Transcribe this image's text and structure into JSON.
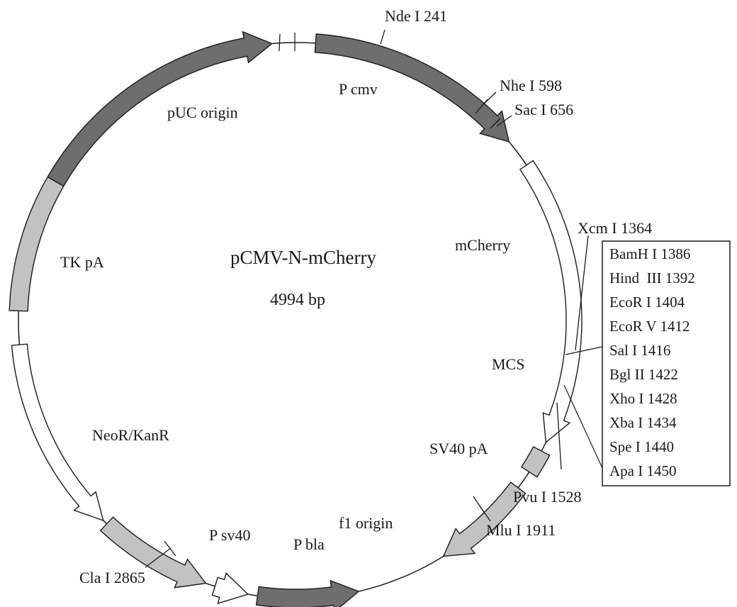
{
  "plasmid": {
    "name": "pCMV-N-mCherry",
    "size": "4994 bp"
  },
  "colors": {
    "dark": "#6e6e6e",
    "light": "#c2c2c2",
    "open": "#ffffff",
    "stroke": "#1a1a1a"
  },
  "features": [
    {
      "id": "pcmv",
      "label": "P cmv"
    },
    {
      "id": "mcherry",
      "label": "mCherry"
    },
    {
      "id": "mcs",
      "label": "MCS"
    },
    {
      "id": "sv40pa",
      "label": "SV40 pA"
    },
    {
      "id": "f1ori",
      "label": "f1 origin"
    },
    {
      "id": "pbla",
      "label": "P bla"
    },
    {
      "id": "psv40",
      "label": "P sv40"
    },
    {
      "id": "neor",
      "label": "NeoR/KanR"
    },
    {
      "id": "tkpa",
      "label": "TK pA"
    },
    {
      "id": "puc",
      "label": "pUC origin"
    }
  ],
  "sites": [
    {
      "id": "ndei",
      "label": "Nde I 241"
    },
    {
      "id": "nhei",
      "label": "Nhe I 598"
    },
    {
      "id": "saci",
      "label": "Sac I 656"
    },
    {
      "id": "xcmi",
      "label": "Xcm I 1364"
    },
    {
      "id": "pvui",
      "label": "Pvu I 1528"
    },
    {
      "id": "mlui",
      "label": "Mlu I 1911"
    },
    {
      "id": "clai",
      "label": "Cla I 2865"
    }
  ],
  "mcs_sites": [
    "BamH I 1386",
    "Hind  III 1392",
    "EcoR I 1404",
    "EcoR V 1412",
    "Sal I 1416",
    "Bgl II 1422",
    "Xho I 1428",
    "Xba I 1434",
    "Spe I 1440",
    "Apa I 1450"
  ]
}
